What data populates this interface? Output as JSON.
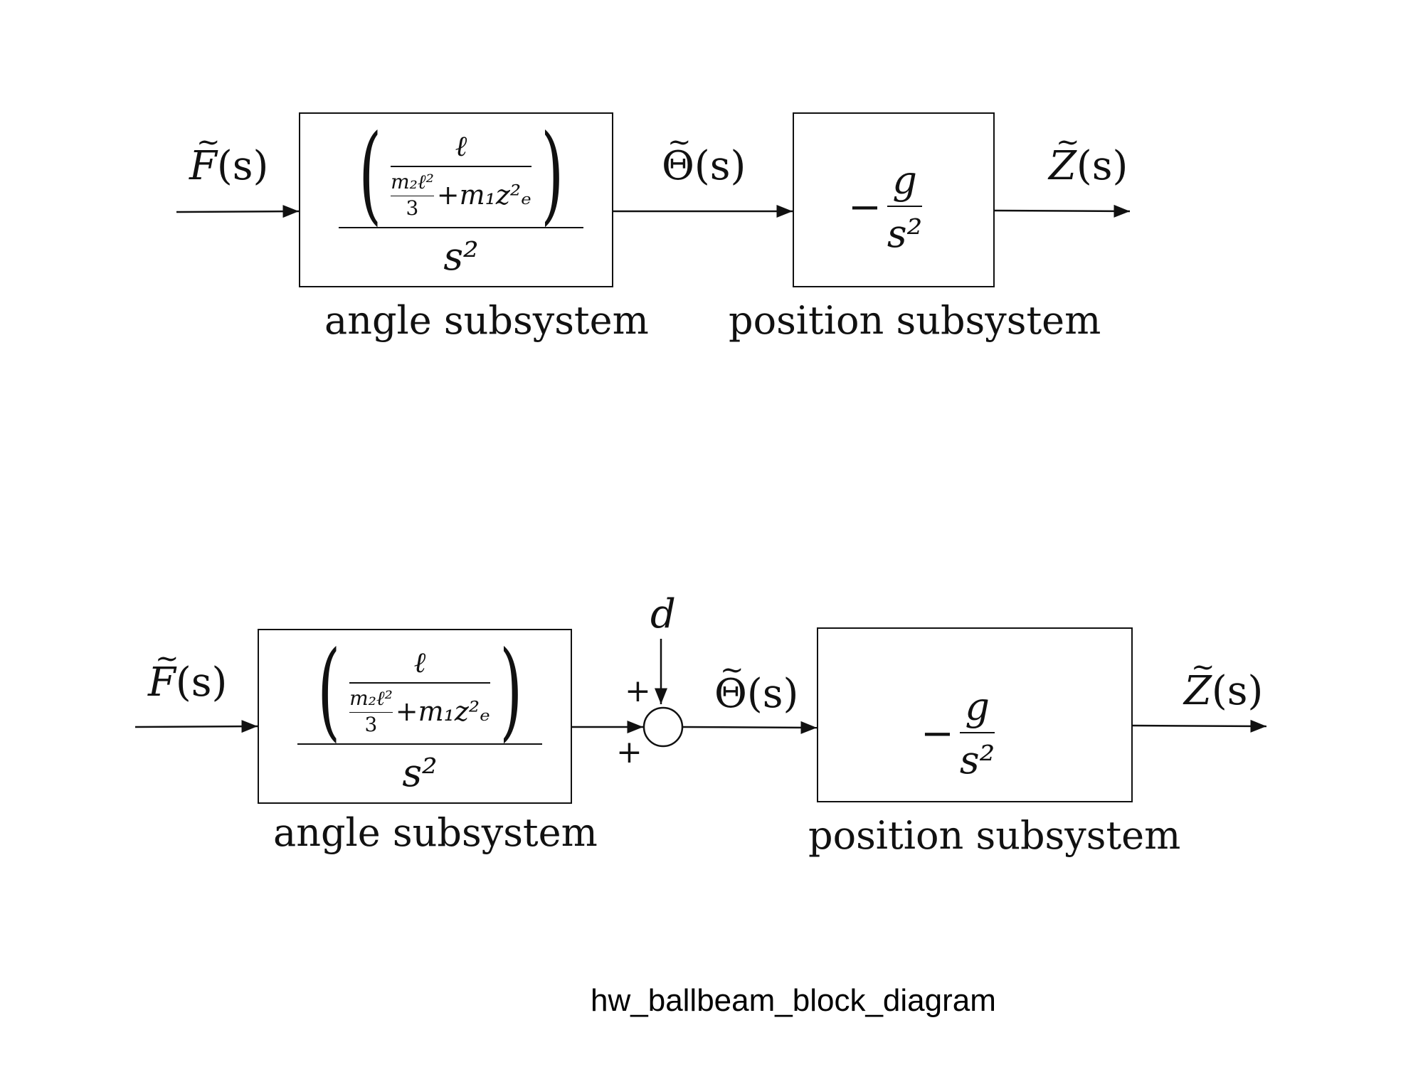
{
  "diagrams": [
    {
      "input_label": {
        "accent": "~",
        "main": "F",
        "arg": "(s)"
      },
      "angle_tf": {
        "inner_num": "ℓ",
        "inner_den_small_num": "m₂ℓ²",
        "inner_den_small_den": "3",
        "inner_den_rest": "+m₁z²ₑ",
        "outer_den": "s²"
      },
      "mid_label": {
        "accent": "~",
        "main": "Θ",
        "arg": "(s)"
      },
      "position_tf": {
        "sign": "−",
        "num": "g",
        "den": "s²"
      },
      "output_label": {
        "accent": "~",
        "main": "Z",
        "arg": "(s)"
      },
      "angle_caption": "angle subsystem",
      "position_caption": "position subsystem"
    },
    {
      "input_label": {
        "accent": "~",
        "main": "F",
        "arg": "(s)"
      },
      "angle_tf": {
        "inner_num": "ℓ",
        "inner_den_small_num": "m₂ℓ²",
        "inner_den_small_den": "3",
        "inner_den_rest": "+m₁z²ₑ",
        "outer_den": "s²"
      },
      "disturbance_label": "d",
      "sum_signs": [
        "+",
        "+"
      ],
      "mid_label": {
        "accent": "~",
        "main": "Θ",
        "arg": "(s)"
      },
      "position_tf": {
        "sign": "−",
        "num": "g",
        "den": "s²"
      },
      "output_label": {
        "accent": "~",
        "main": "Z",
        "arg": "(s)"
      },
      "angle_caption": "angle subsystem",
      "position_caption": "position subsystem"
    }
  ],
  "caption": "hw_ballbeam_block_diagram"
}
